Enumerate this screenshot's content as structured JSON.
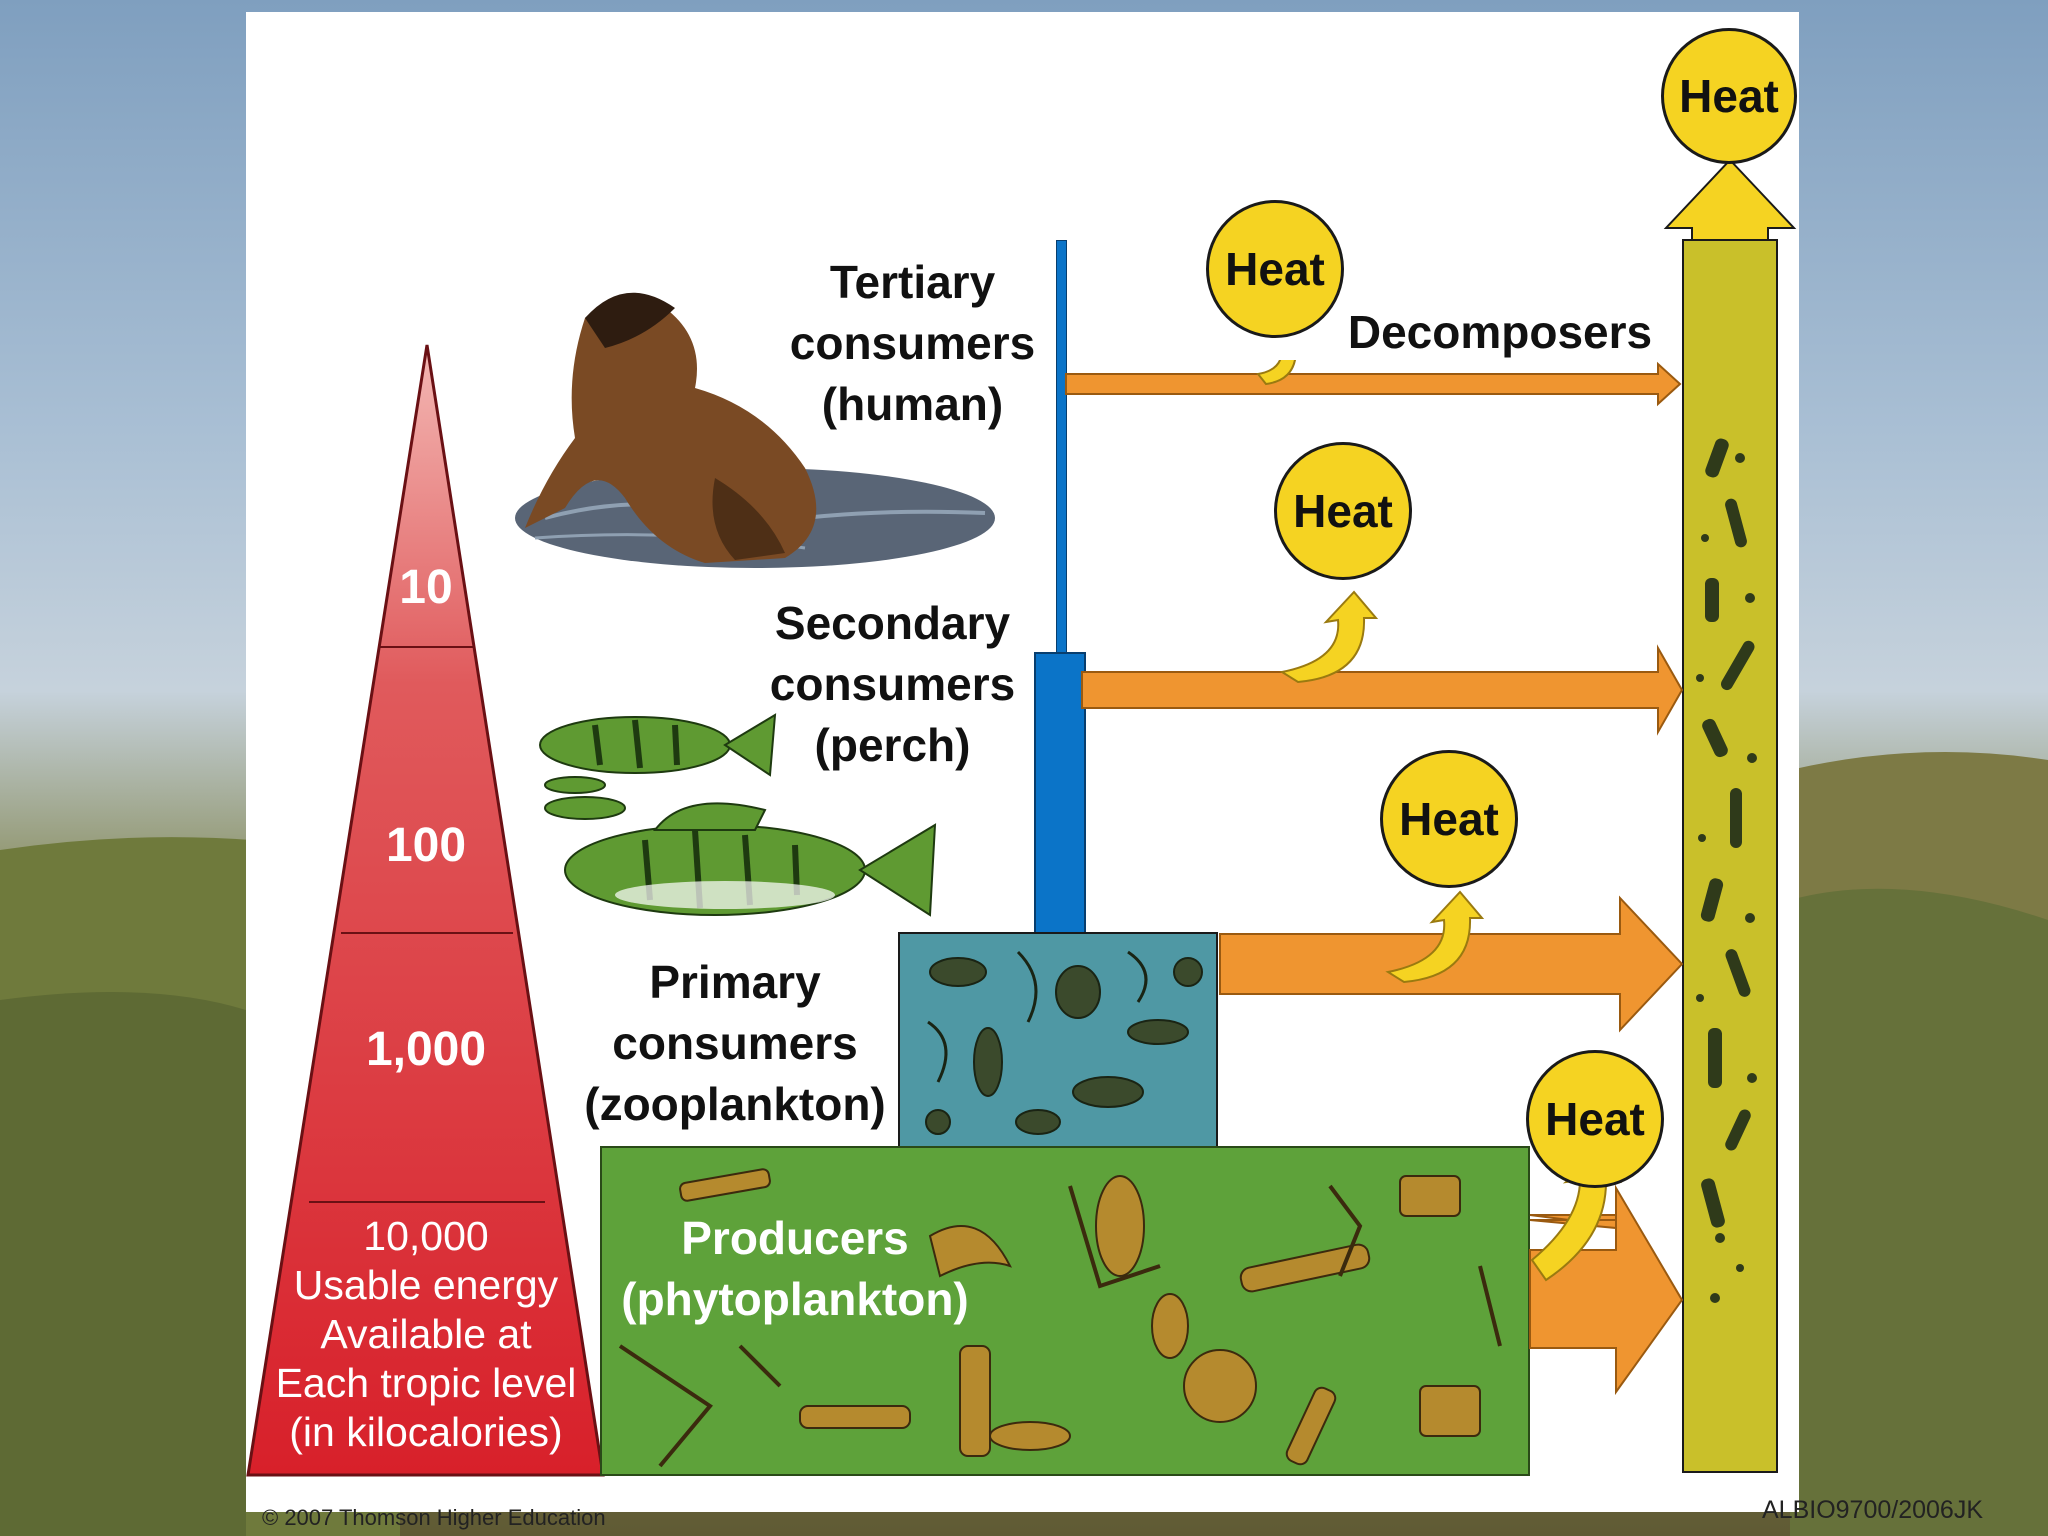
{
  "pyramid": {
    "levels": [
      {
        "value": "10"
      },
      {
        "value": "100"
      },
      {
        "value": "1,000"
      },
      {
        "value": "10,000"
      }
    ],
    "caption_lines": [
      "Usable energy",
      "Available at",
      "Each tropic level",
      "(in kilocalories)"
    ]
  },
  "levels": {
    "tertiary": [
      "Tertiary",
      "consumers",
      "(human)"
    ],
    "secondary": [
      "Secondary",
      "consumers",
      "(perch)"
    ],
    "primary": [
      "Primary",
      "consumers",
      "(zooplankton)"
    ],
    "producers": [
      "Producers",
      "(phytoplankton)"
    ]
  },
  "decomposers": "Decomposers",
  "heat_label": "Heat",
  "footer": {
    "copyright": "© 2007 Thomson Higher Education",
    "code": "ALBIO9700/2006JK"
  },
  "colors": {
    "pyramid_red": "#d8202a",
    "heat_yellow": "#f5d322",
    "arrow_orange": "#ef9530",
    "decomposer_bar": "#c9c02a",
    "producers_green": "#5ea23a",
    "consumer_blue": "#0b74c8"
  }
}
